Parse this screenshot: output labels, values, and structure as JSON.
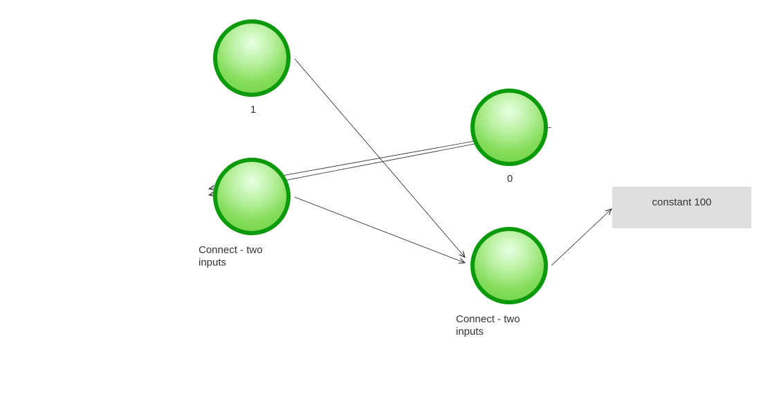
{
  "nodes": {
    "node_1": {
      "label": "1"
    },
    "node_0": {
      "label": "0"
    },
    "node_connect_left": {
      "label_line1": "Connect - two",
      "label_line2": "inputs"
    },
    "node_connect_right": {
      "label_line1": "Connect - two",
      "label_line2": "inputs"
    }
  },
  "constant_box": {
    "label": "constant  100"
  },
  "colors": {
    "node_border": "#0b9a0b",
    "node_fill": "#86dd5c",
    "constant_fill": "#dedede",
    "edge": "#222222"
  },
  "edges": [
    {
      "from": "node_1",
      "to": "node_connect_right"
    },
    {
      "from": "node_connect_left",
      "to": "node_connect_right"
    },
    {
      "from": "node_0",
      "to": "node_connect_left"
    },
    {
      "from": "node_0",
      "to": "node_connect_left"
    },
    {
      "from": "node_connect_right",
      "to": "constant_box"
    }
  ]
}
